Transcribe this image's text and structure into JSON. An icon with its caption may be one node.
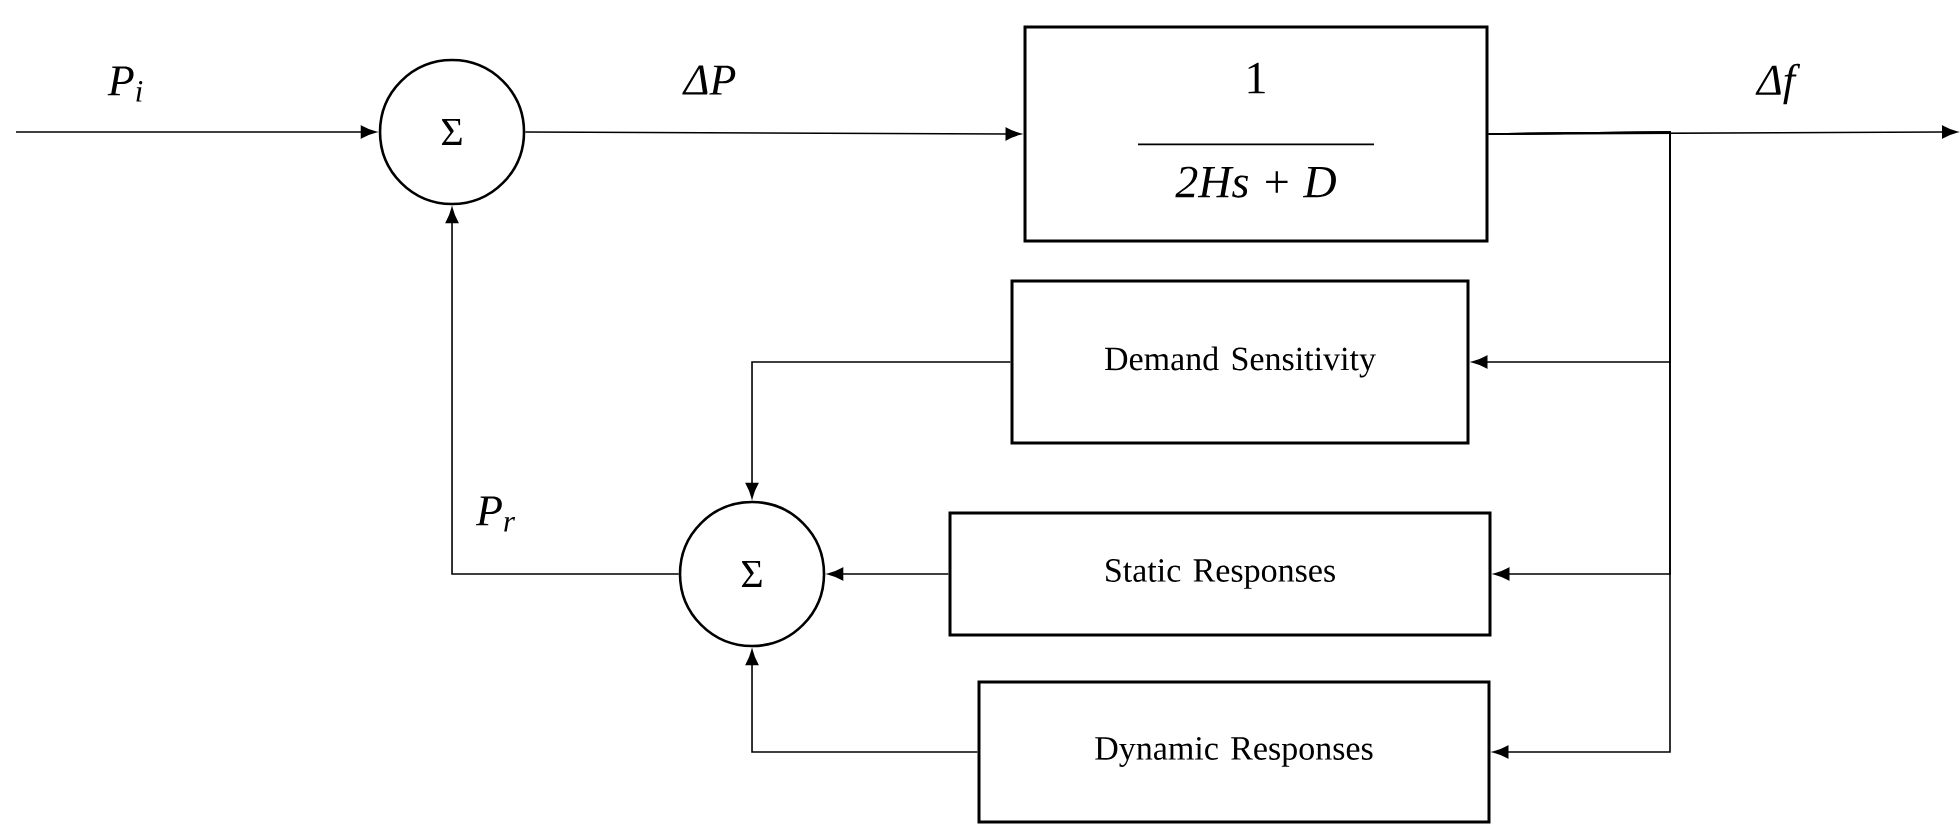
{
  "diagram": {
    "nodes": [
      {
        "text": [
          "Σ"
        ]
      },
      {
        "text": [
          "1",
          "2Hs + D"
        ]
      },
      {
        "text": [
          "Demand Sensitivity"
        ]
      },
      {
        "text": [
          "Static Responses"
        ]
      },
      {
        "text": [
          "Dynamic Responses"
        ]
      },
      {
        "text": [
          "Σ"
        ]
      }
    ],
    "edges": [
      {
        "from": null,
        "to": 0,
        "arrow": "to",
        "label": "P$_{i}$"
      },
      {
        "from": 0,
        "to": 1,
        "arrow": "to",
        "label": "ΔP"
      },
      {
        "from": 1,
        "to": null,
        "arrow": "to",
        "label": "Δf"
      },
      {
        "from": 1,
        "to": 2,
        "arrow": "to"
      },
      {
        "from": 1,
        "to": 3,
        "arrow": "to"
      },
      {
        "from": 1,
        "to": 4,
        "arrow": "to"
      },
      {
        "from": 2,
        "to": 5,
        "arrow": "to"
      },
      {
        "from": 3,
        "to": 5,
        "arrow": "to"
      },
      {
        "from": 4,
        "to": 5,
        "arrow": "to"
      },
      {
        "from": 5,
        "to": 0,
        "arrow": "to",
        "label": "P$_{r}$"
      }
    ]
  }
}
